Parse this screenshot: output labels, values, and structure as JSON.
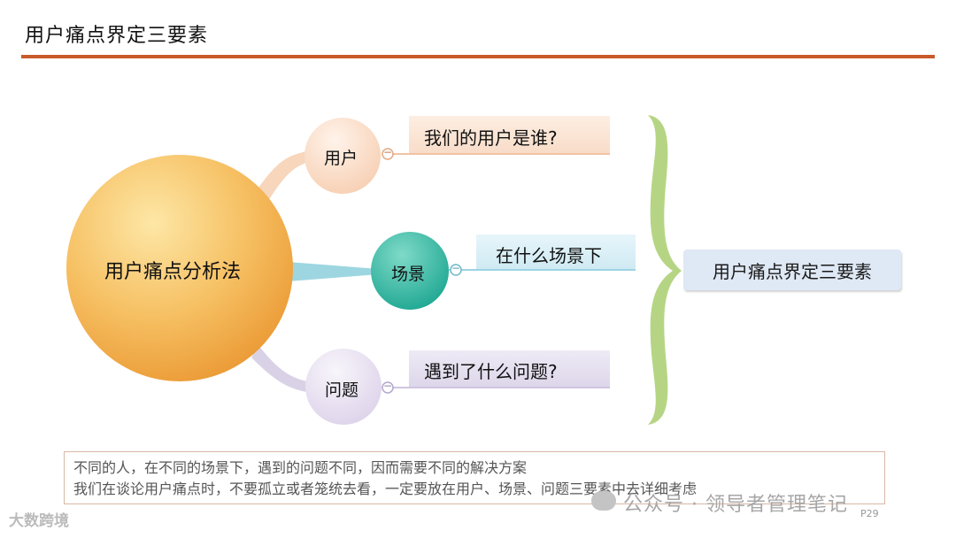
{
  "title": "用户痛点界定三要素",
  "center": "用户痛点分析法",
  "branches": [
    {
      "label": "用户",
      "detail": "我们的用户是谁?"
    },
    {
      "label": "场景",
      "detail": "在什么场景下"
    },
    {
      "label": "问题",
      "detail": "遇到了什么问题?"
    }
  ],
  "collapse_symbol": "−",
  "summary": "用户痛点界定三要素",
  "note": {
    "line1": "不同的人，在不同的场景下，遇到的问题不同，因而需要不同的解决方案",
    "line2": "我们在谈论用户痛点时，不要孤立或者笼统去看，一定要放在用户、场景、问题三要素中去详细考虑"
  },
  "watermark_left": "大数跨境",
  "watermark_right": "公众号 · 领导者管理笔记",
  "page_number": "P29",
  "colors": {
    "accent_rule": "#c85a2a",
    "center_node": "#f3b04e",
    "user_node": "#f9d8c0",
    "scene_node": "#2fb5a0",
    "problem_node": "#e6dff0",
    "brace": "#b9d58a",
    "summary_box": "#dfe8f5"
  }
}
